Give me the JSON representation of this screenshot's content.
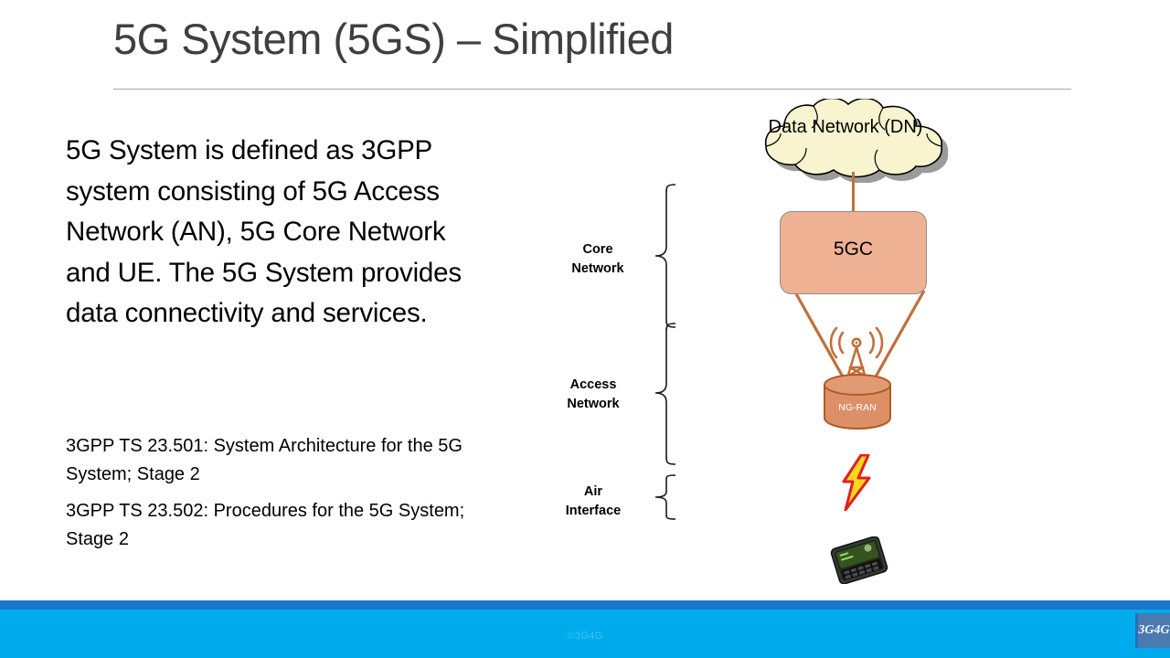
{
  "slide": {
    "title": "5G System (5GS) – Simplified",
    "body_paragraph": "5G System is defined as 3GPP system consisting of 5G Access Network (AN), 5G Core Network and UE. The 5G System provides data connectivity and services.",
    "references": [
      "3GPP TS 23.501: System Architecture for the 5G System; Stage 2",
      "3GPP TS 23.502: Procedures for the 5G System; Stage 2"
    ]
  },
  "diagram": {
    "cloud_label": "Data Network\n(DN)",
    "core_box_label": "5GC",
    "ran_label": "NG-RAN",
    "brackets": [
      {
        "label": "Core\nNetwork"
      },
      {
        "label": "Access\nNetwork"
      },
      {
        "label": "Air\nInterface"
      }
    ],
    "icons": {
      "tower": "cell-tower-icon",
      "lightning": "lightning-bolt-icon",
      "phone": "smartphone-icon"
    }
  },
  "footer": {
    "copyright": "©3G4G",
    "logo_text": "3G4G"
  },
  "colors": {
    "title_text": "#3f3f3f",
    "rule": "#a6a6a6",
    "cloud_fill": "#f7f4cf",
    "cloud_stroke": "#000000",
    "cloud_shadow": "#808080",
    "box_fill": "#efb193",
    "box_stroke": "#8d8d8d",
    "link_line": "#c0703c",
    "ran_fill": "#dd9068",
    "ran_stroke": "#b35a22",
    "tower": "#c0703c",
    "bolt_fill": "#ffd61e",
    "bolt_stroke": "#e02020",
    "banner": "#00abed",
    "banner_stripe": "#1878c8",
    "logo_bg": "#4a7bb0"
  }
}
